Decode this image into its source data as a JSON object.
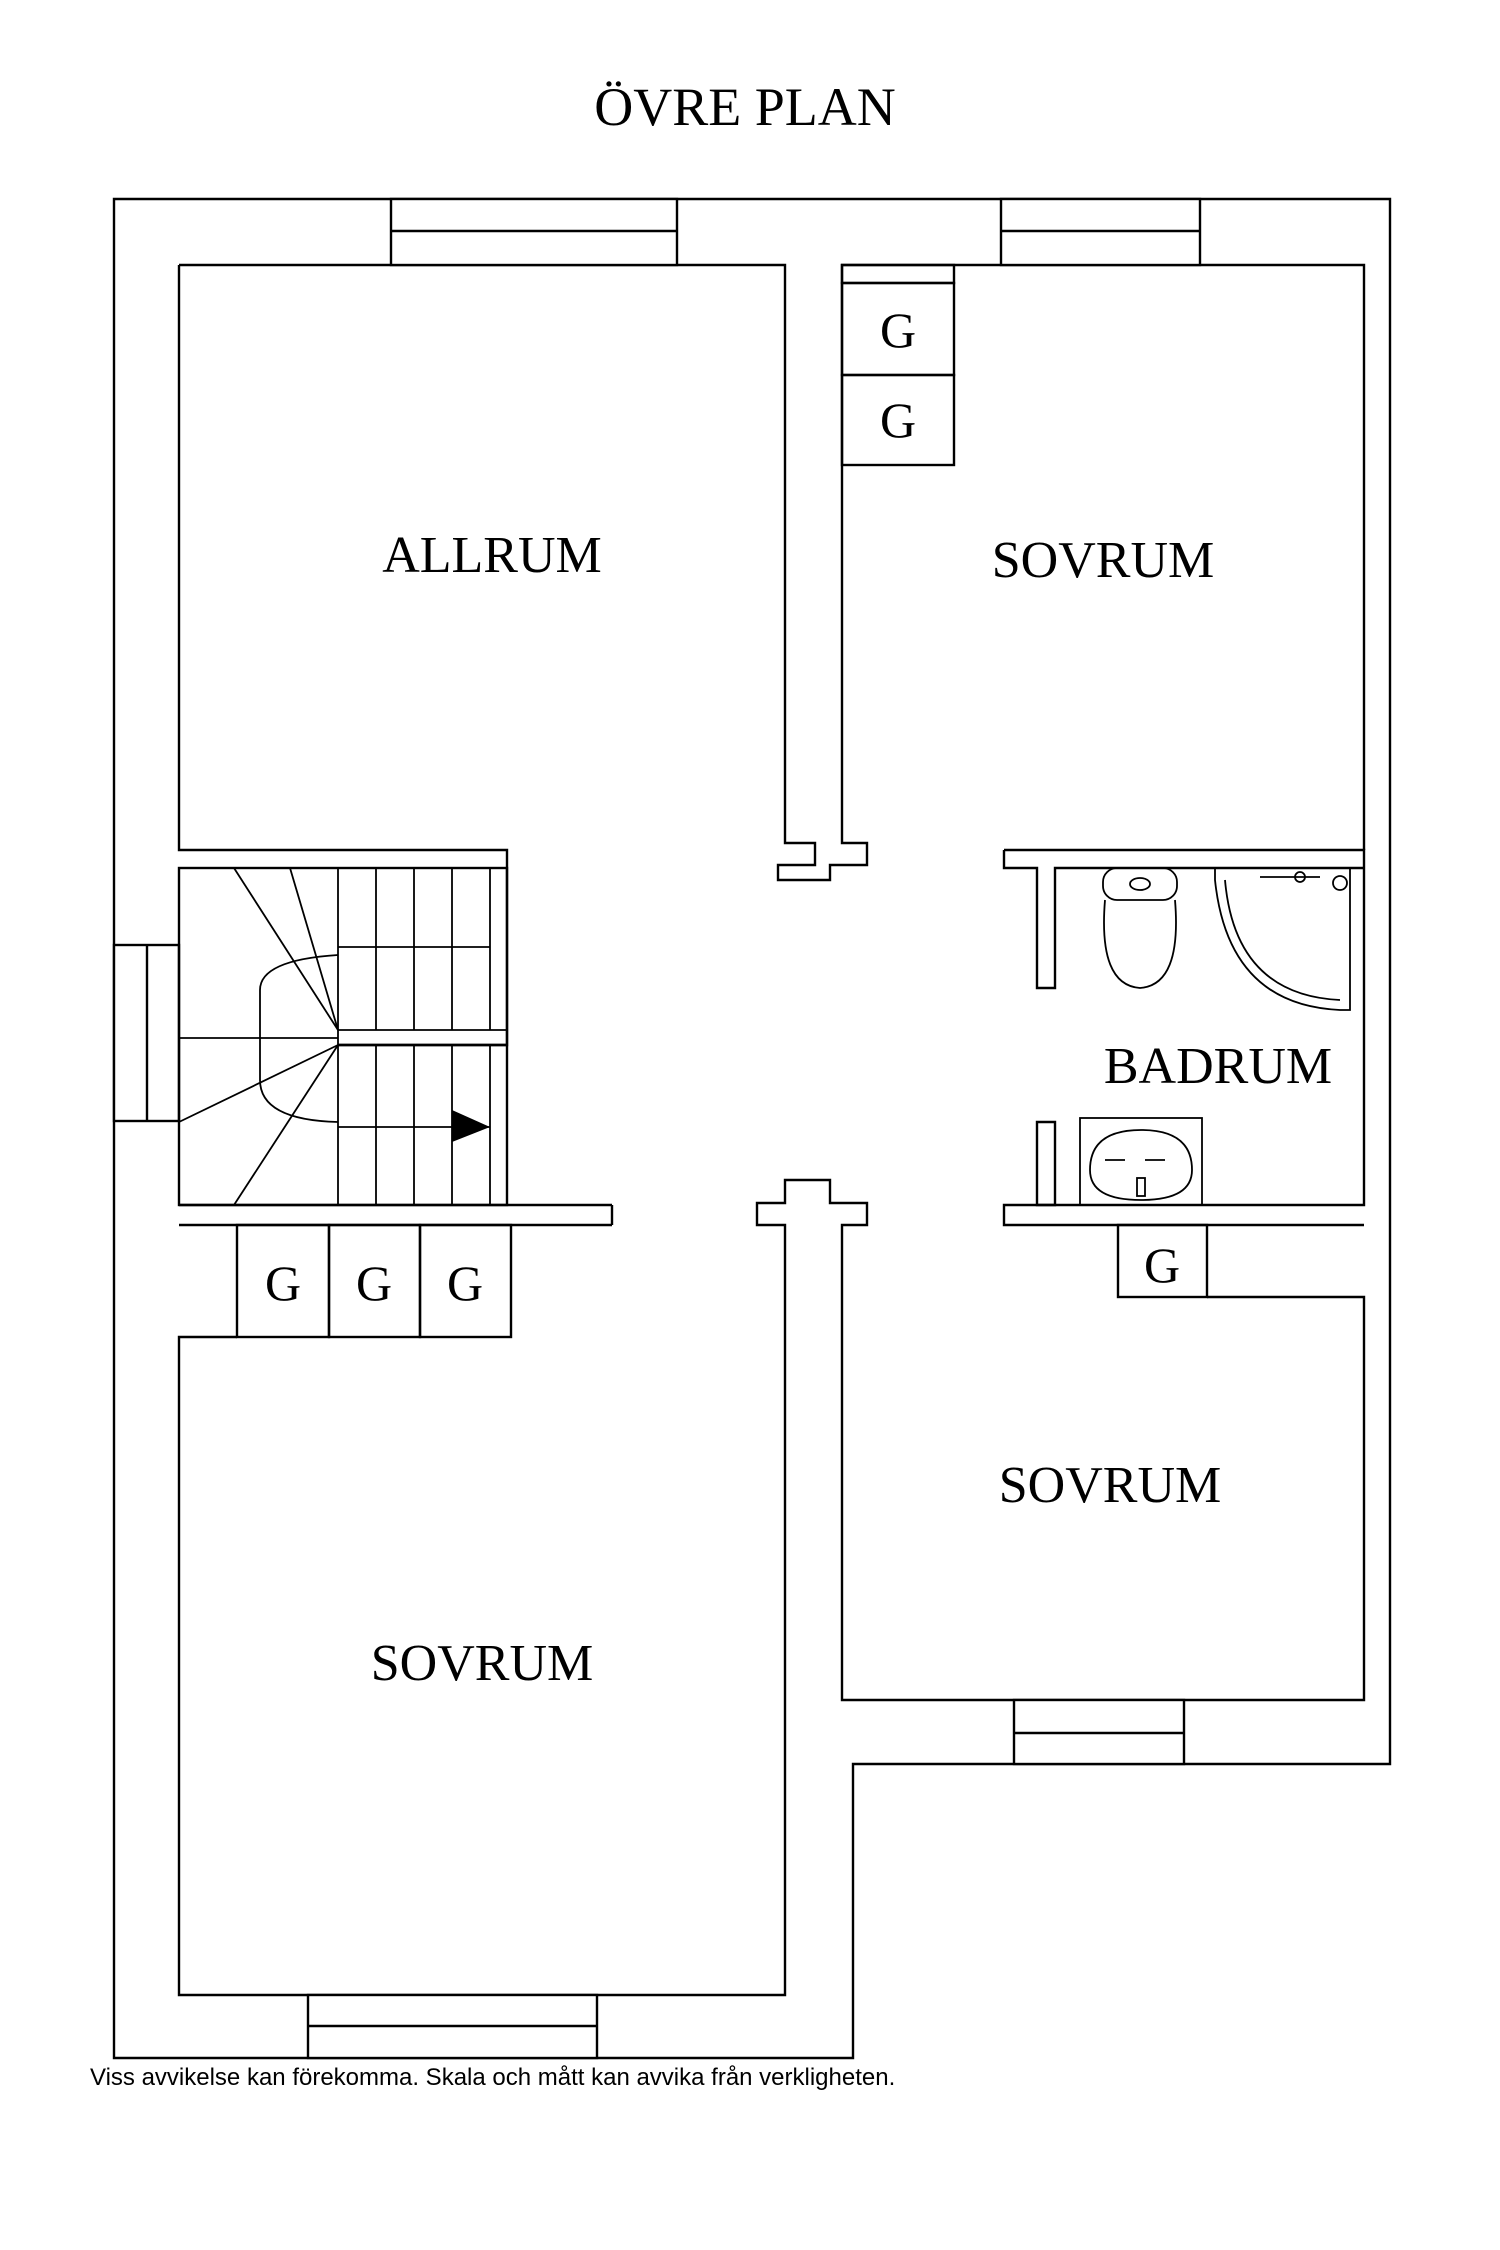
{
  "title": "ÖVRE PLAN",
  "rooms": {
    "allrum": "ALLRUM",
    "sovrum_top_right": "SOVRUM",
    "badrum": "BADRUM",
    "sovrum_bottom_right": "SOVRUM",
    "sovrum_bottom_left": "SOVRUM"
  },
  "wardrobes": {
    "g1": "G",
    "g2": "G",
    "g3": "G",
    "g4": "G",
    "g5": "G",
    "g6": "G"
  },
  "disclaimer": "Viss avvikelse kan förekomma. Skala och mått kan avvika från verkligheten.",
  "colors": {
    "line": "#000000",
    "background": "#ffffff"
  }
}
